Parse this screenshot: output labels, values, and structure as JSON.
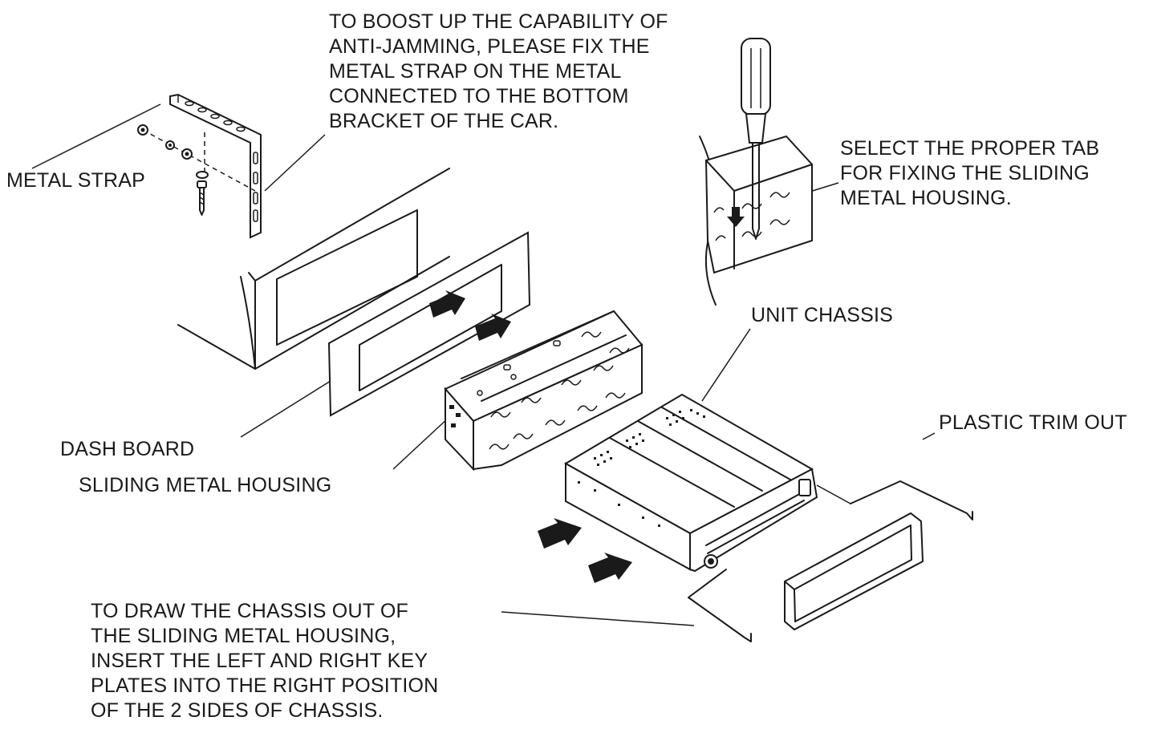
{
  "labels": {
    "metal_strap": "METAL STRAP",
    "anti_jamming_note": "TO BOOST UP THE CAPABILITY OF\nANTI-JAMMING, PLEASE FIX THE\nMETAL STRAP ON THE METAL\nCONNECTED TO THE BOTTOM\nBRACKET OF THE CAR.",
    "select_tab_note": "SELECT THE PROPER TAB\nFOR FIXING THE SLIDING\nMETAL HOUSING.",
    "unit_chassis": "UNIT CHASSIS",
    "plastic_trim_out": "PLASTIC TRIM OUT",
    "dash_board": "DASH BOARD",
    "sliding_metal_housing": "SLIDING METAL HOUSING",
    "draw_chassis_note": "TO DRAW THE CHASSIS OUT OF\nTHE SLIDING METAL HOUSING,\nINSERT THE LEFT AND RIGHT KEY\nPLATES INTO THE RIGHT POSITION\nOF THE 2 SIDES OF CHASSIS."
  },
  "colors": {
    "ink": "#1a1a1a",
    "background": "#ffffff"
  }
}
